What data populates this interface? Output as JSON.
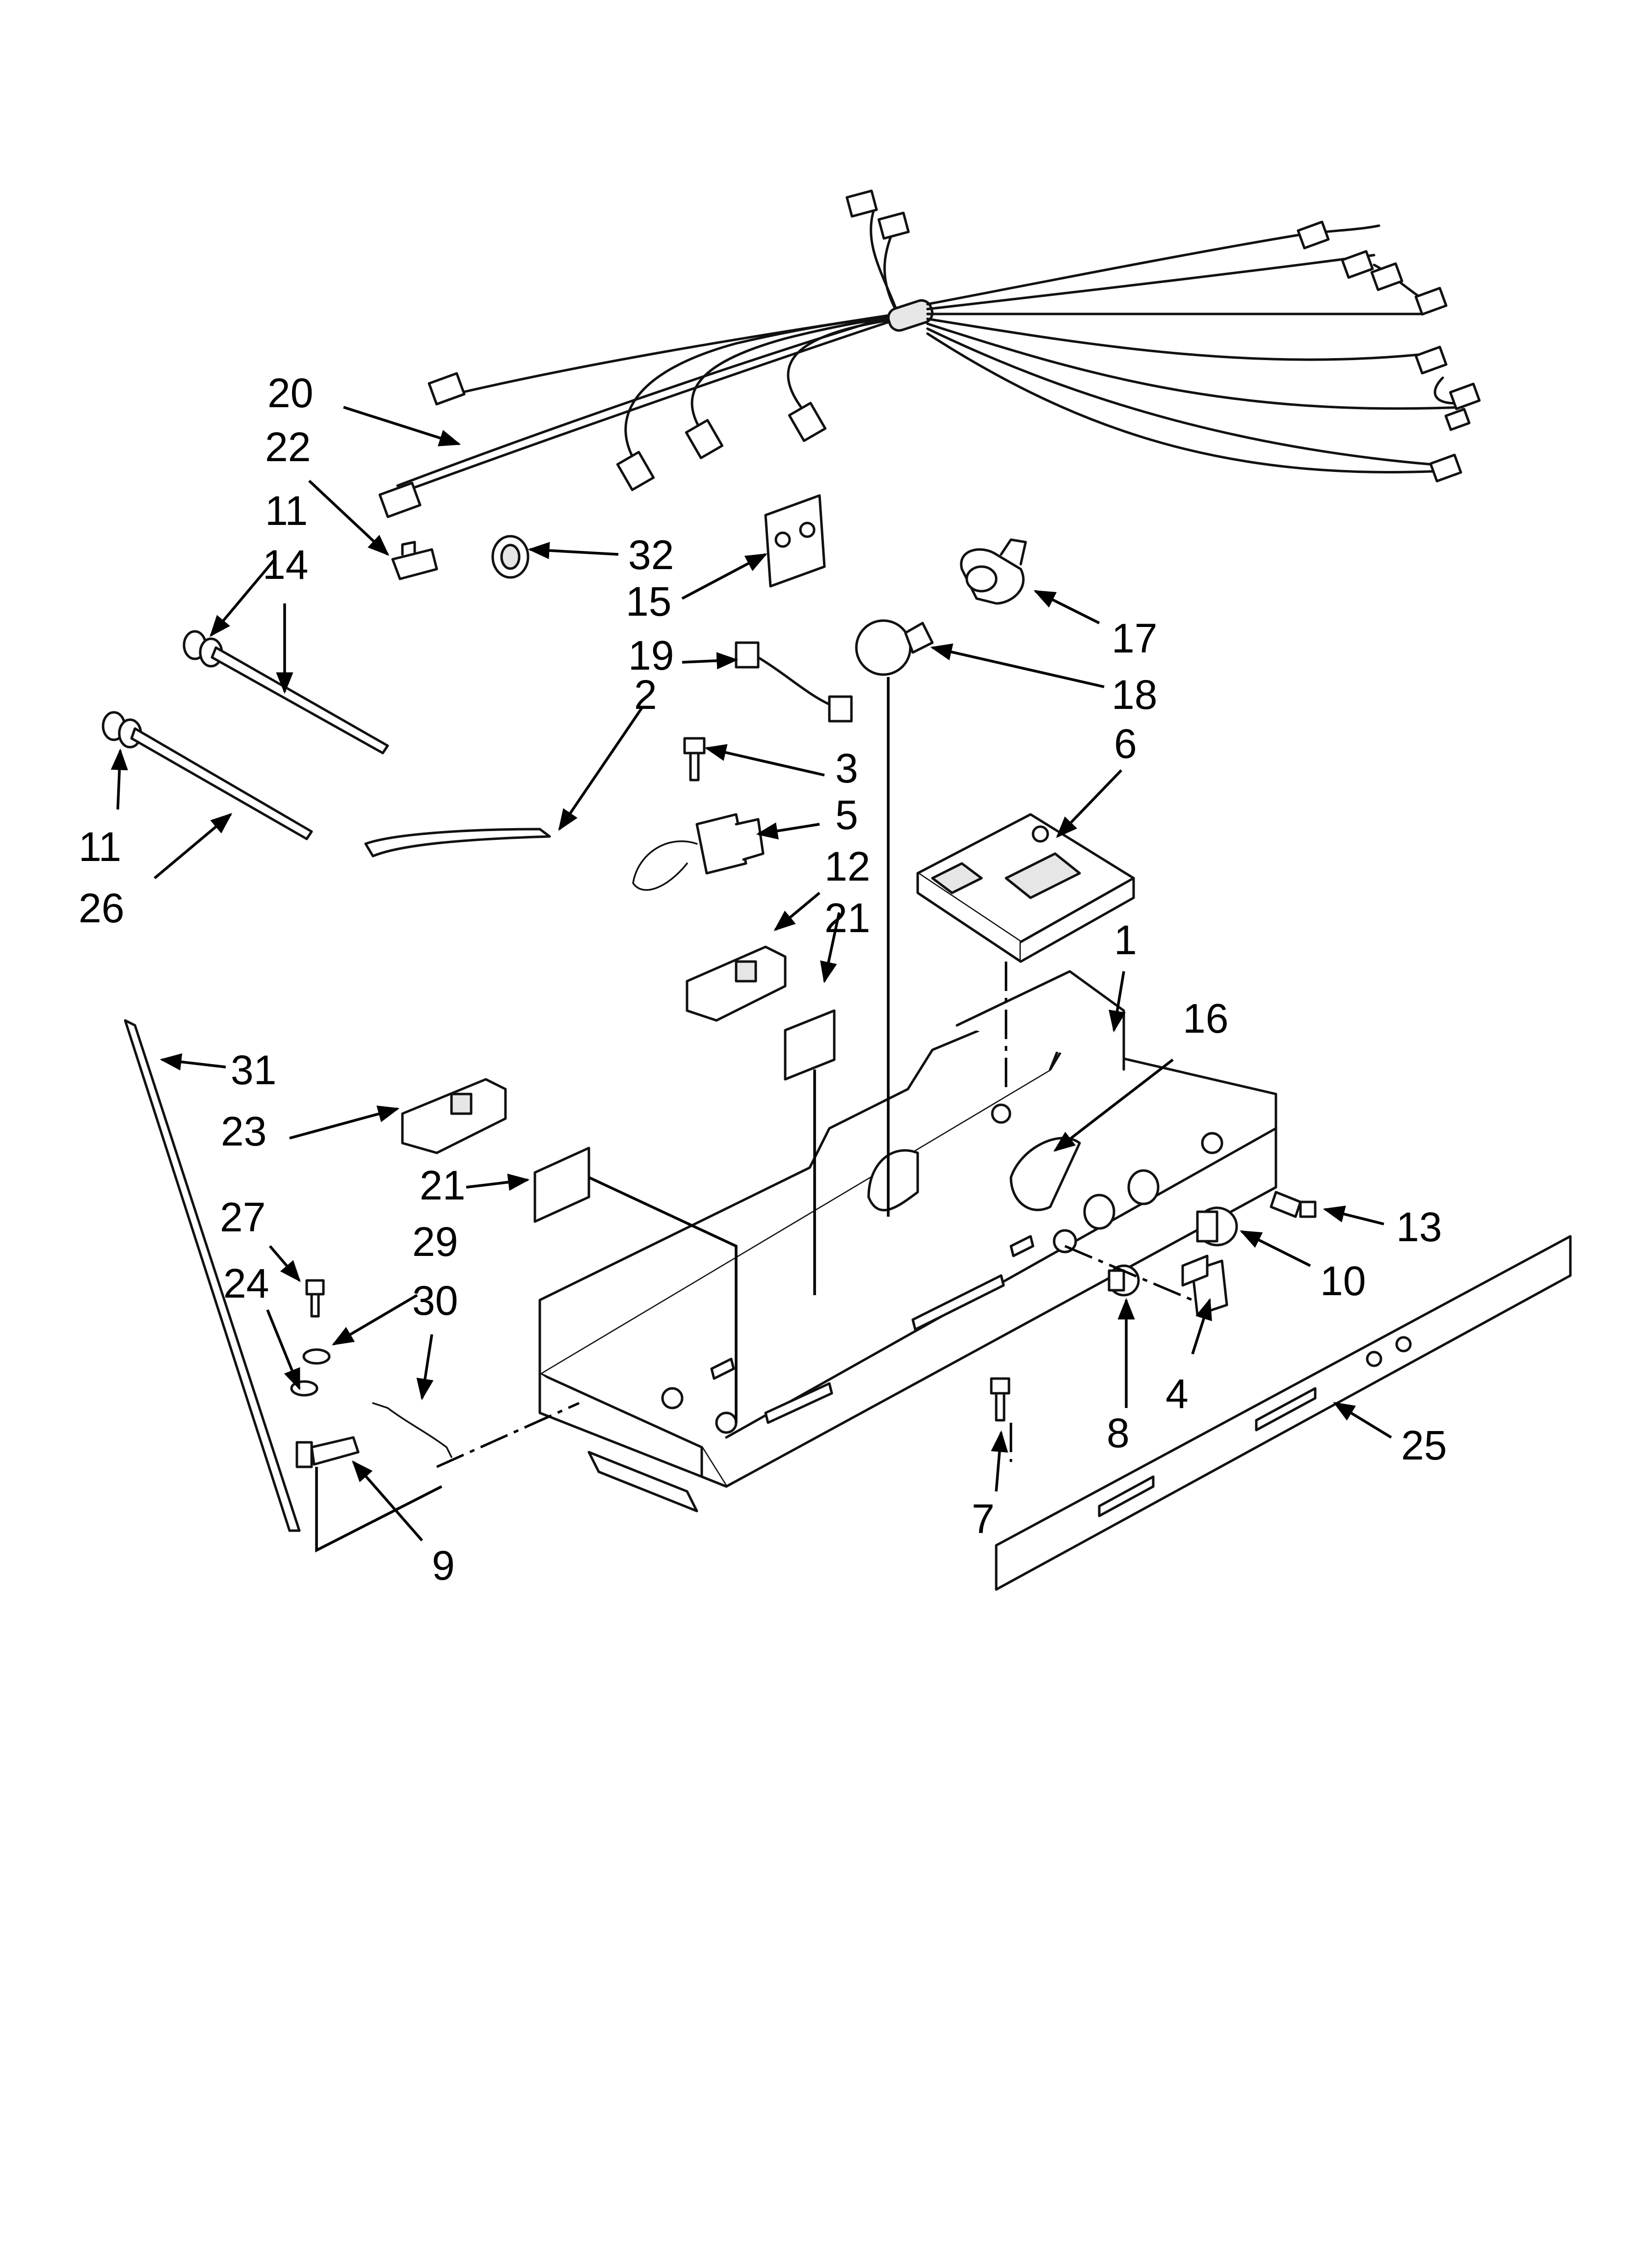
{
  "diagram": {
    "type": "exploded-parts-diagram",
    "callouts": [
      {
        "id": "c1",
        "label": "1"
      },
      {
        "id": "c2",
        "label": "2"
      },
      {
        "id": "c3",
        "label": "3"
      },
      {
        "id": "c4",
        "label": "4"
      },
      {
        "id": "c5",
        "label": "5"
      },
      {
        "id": "c6",
        "label": "6"
      },
      {
        "id": "c7",
        "label": "7"
      },
      {
        "id": "c8",
        "label": "8"
      },
      {
        "id": "c9",
        "label": "9"
      },
      {
        "id": "c10",
        "label": "10"
      },
      {
        "id": "c11a",
        "label": "11"
      },
      {
        "id": "c11b",
        "label": "11"
      },
      {
        "id": "c12",
        "label": "12"
      },
      {
        "id": "c13",
        "label": "13"
      },
      {
        "id": "c14",
        "label": "14"
      },
      {
        "id": "c15",
        "label": "15"
      },
      {
        "id": "c16",
        "label": "16"
      },
      {
        "id": "c17",
        "label": "17"
      },
      {
        "id": "c18",
        "label": "18"
      },
      {
        "id": "c19",
        "label": "19"
      },
      {
        "id": "c20",
        "label": "20"
      },
      {
        "id": "c21a",
        "label": "21"
      },
      {
        "id": "c21b",
        "label": "21"
      },
      {
        "id": "c22",
        "label": "22"
      },
      {
        "id": "c23",
        "label": "23"
      },
      {
        "id": "c24",
        "label": "24"
      },
      {
        "id": "c25",
        "label": "25"
      },
      {
        "id": "c26",
        "label": "26"
      },
      {
        "id": "c27",
        "label": "27"
      },
      {
        "id": "c29",
        "label": "29"
      },
      {
        "id": "c30",
        "label": "30"
      },
      {
        "id": "c31",
        "label": "31"
      },
      {
        "id": "c32",
        "label": "32"
      }
    ]
  }
}
